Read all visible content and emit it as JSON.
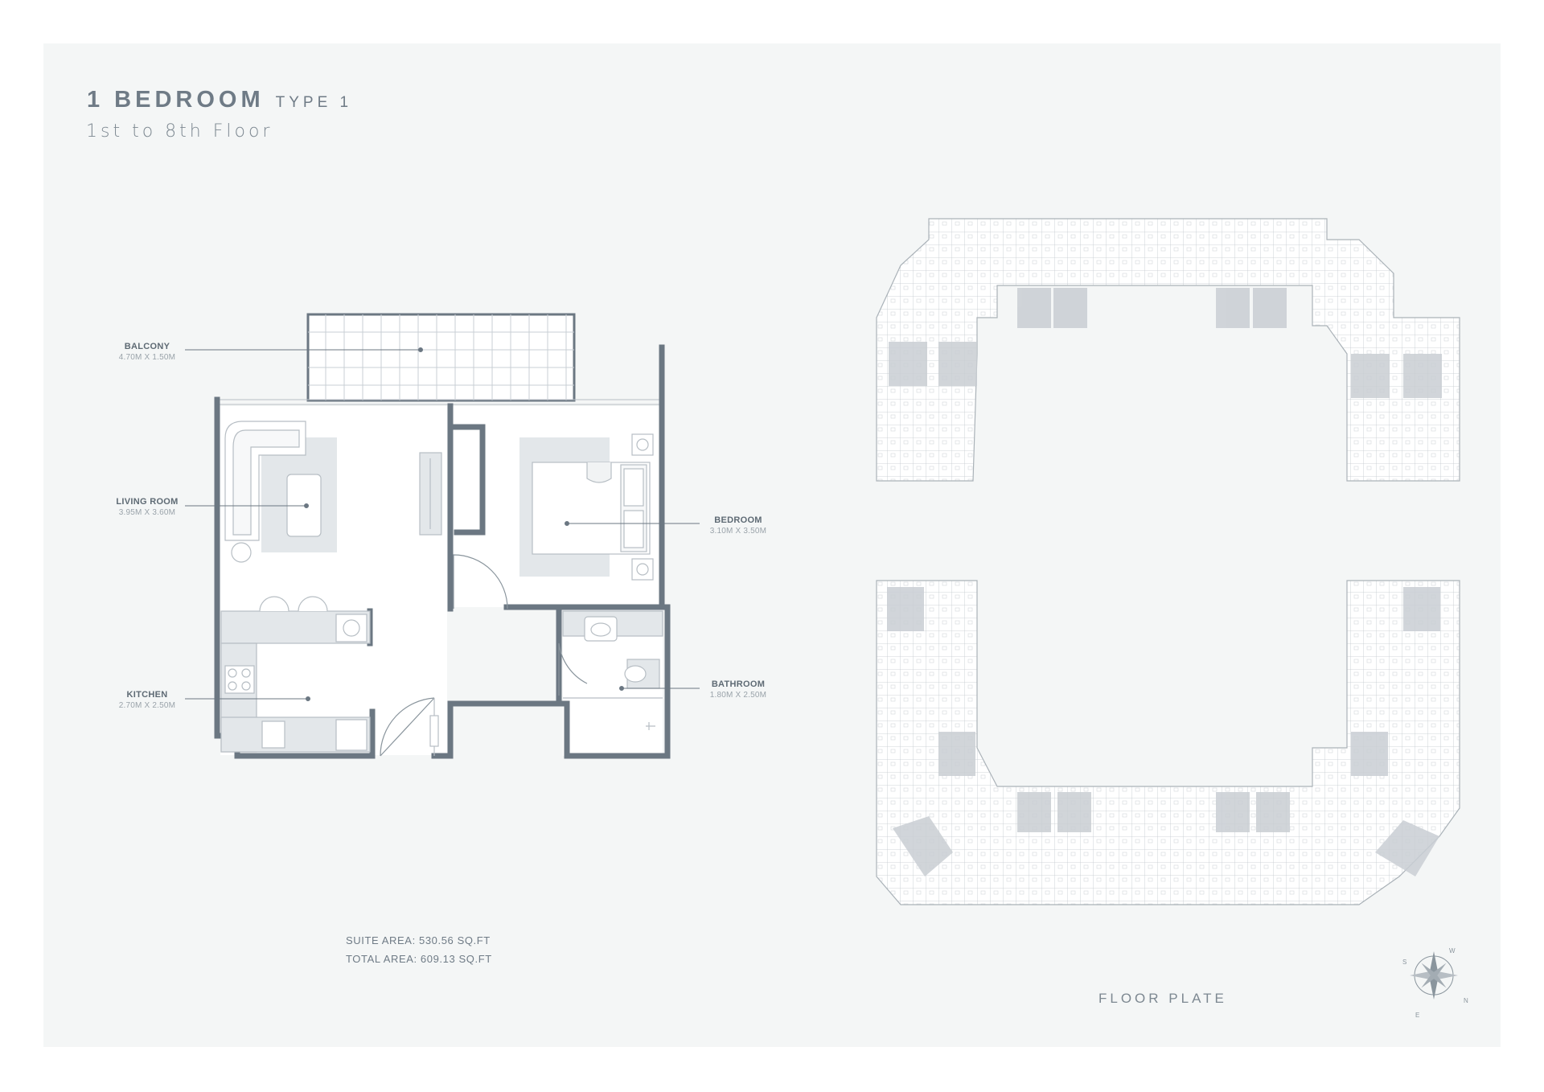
{
  "header": {
    "title": "1 BEDROOM",
    "type": "TYPE 1",
    "floors": "1st to 8th Floor"
  },
  "rooms": {
    "balcony": {
      "name": "BALCONY",
      "dims": "4.70M X 1.50M"
    },
    "living": {
      "name": "LIVING ROOM",
      "dims": "3.95M X 3.60M"
    },
    "kitchen": {
      "name": "KITCHEN",
      "dims": "2.70M X 2.50M"
    },
    "bedroom": {
      "name": "BEDROOM",
      "dims": "3.10M X 3.50M"
    },
    "bathroom": {
      "name": "BATHROOM",
      "dims": "1.80M X 2.50M"
    }
  },
  "areas": {
    "suite": "SUITE AREA: 530.56 SQ.FT",
    "total": "TOTAL AREA: 609.13 SQ.FT"
  },
  "floor_plate": {
    "title": "FLOOR PLATE"
  },
  "compass": {
    "s": "S",
    "w": "W",
    "n": "N",
    "e": "E"
  },
  "colors": {
    "wall": "#6b7782",
    "line": "#b7bec4",
    "shade": "#e3e7ea",
    "unit_highlight": "#c9ced3",
    "background": "#f4f6f6"
  }
}
